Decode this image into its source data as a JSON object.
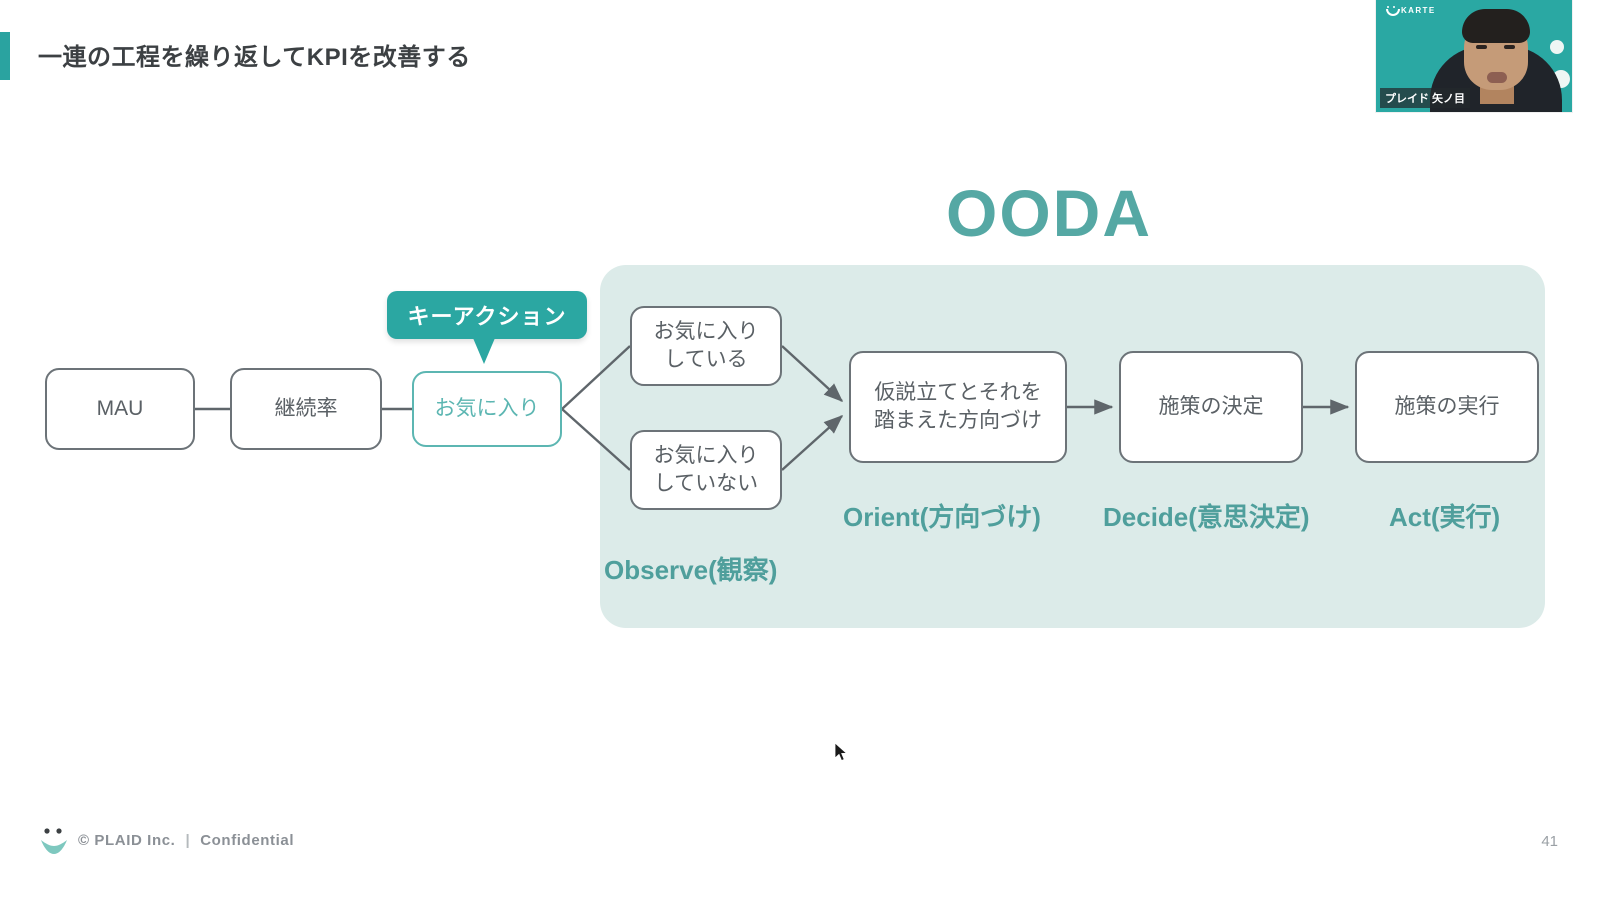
{
  "slide": {
    "title": "一連の工程を繰り返してKPIを改善する",
    "ooda_heading": "OODA",
    "page_number": "41",
    "accent_color": "#2aa3a0",
    "panel_color": "#dcebe9",
    "teal_text_color": "#4f9f9c"
  },
  "callout": {
    "label": "キーアクション"
  },
  "kpi_chain": [
    {
      "id": "mau",
      "label": "MAU"
    },
    {
      "id": "retention",
      "label": "継続率"
    },
    {
      "id": "favorite",
      "label": "お気に入り"
    }
  ],
  "observe_nodes": [
    {
      "id": "fav-yes",
      "label": "お気に入り\nしている"
    },
    {
      "id": "fav-no",
      "label": "お気に入り\nしていない"
    }
  ],
  "ooda_nodes": [
    {
      "id": "orient",
      "label": "仮説立てとそれを\n踏まえた方向づけ"
    },
    {
      "id": "decide",
      "label": "施策の決定"
    },
    {
      "id": "act",
      "label": "施策の実行"
    }
  ],
  "phase_labels": {
    "observe": "Observe(観察)",
    "orient": "Orient(方向づけ)",
    "decide": "Decide(意思決定)",
    "act": "Act(実行)"
  },
  "footer": {
    "copyright": "© PLAID Inc.",
    "separator": "|",
    "confidential": "Confidential"
  },
  "video": {
    "brand": "KARTE",
    "participant_name": "プレイド 矢ノ目",
    "background_color": "#2aa8a3"
  }
}
